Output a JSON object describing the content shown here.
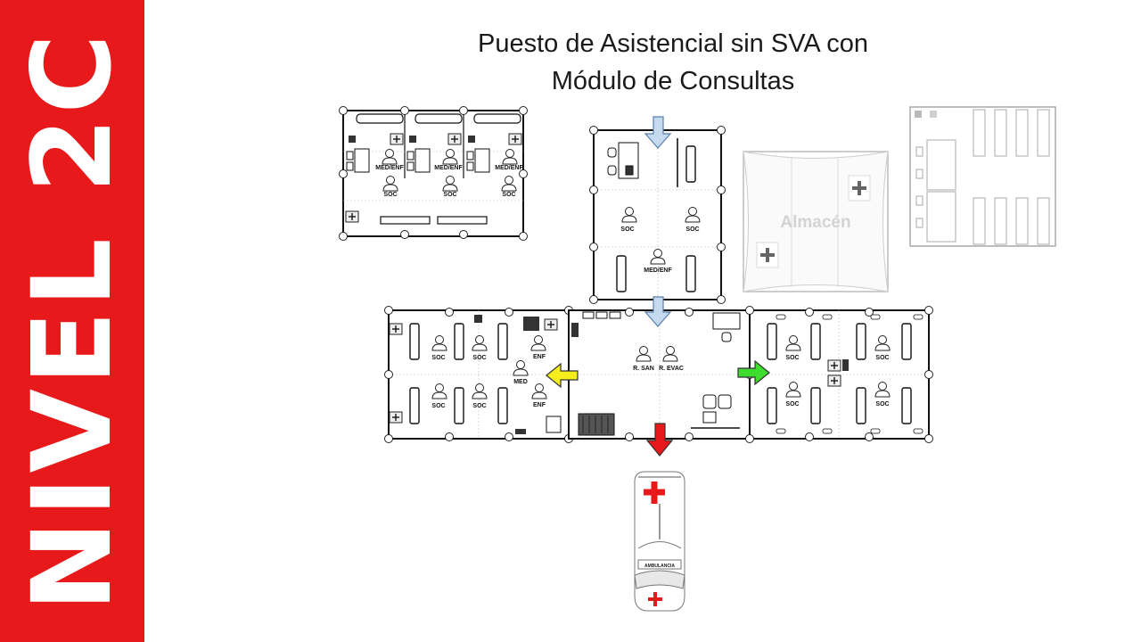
{
  "sidebar": {
    "text": "NIVEL 2C",
    "color": "#e8191a"
  },
  "title": {
    "line1": "Puesto de Asistencial sin SVA con",
    "line2": "Módulo de Consultas"
  },
  "labels": {
    "med_enf": "MED/ENF",
    "soc": "SOC",
    "enf": "ENF",
    "med": "MED",
    "r_san": "R. SAN",
    "r_evac": "R. EVAC",
    "almacen": "Almacén",
    "ambulancia": "AMBULANCIA"
  },
  "colors": {
    "arrow_blue": "#c5d9ef",
    "arrow_yellow": "#f5ee1c",
    "arrow_green": "#3ddc2f",
    "arrow_red": "#e8191a",
    "cross_red": "#e8191a"
  }
}
